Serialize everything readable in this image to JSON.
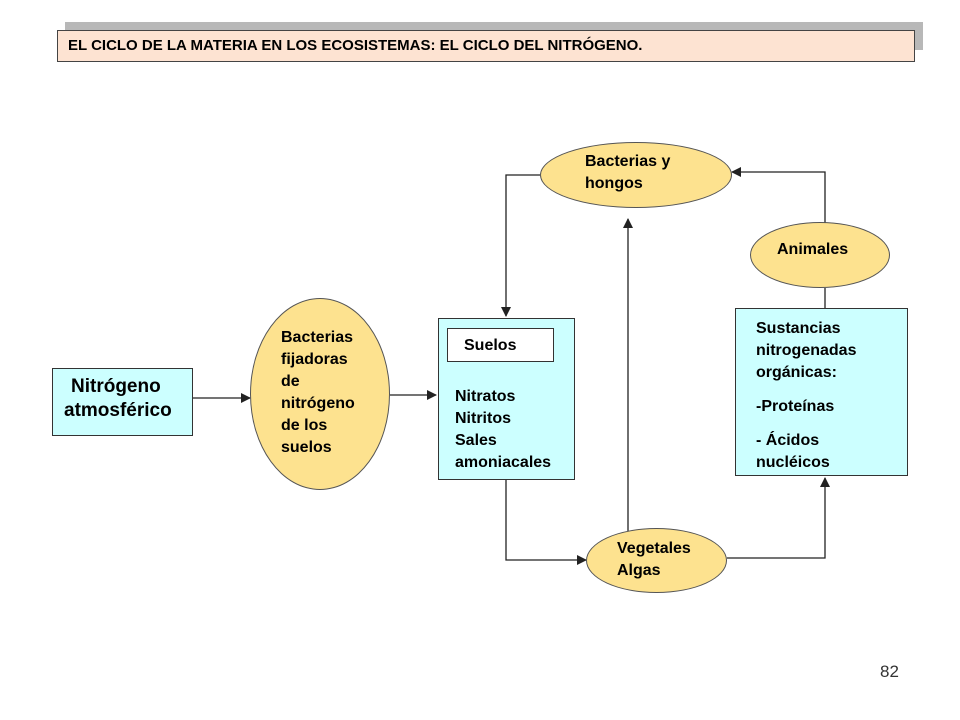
{
  "title": "EL CICLO DE LA MATERIA EN LOS ECOSISTEMAS: EL CICLO DEL NITRÓGENO.",
  "nodes": {
    "nitrogeno": {
      "line1": "Nitrógeno",
      "line2": "atmosférico"
    },
    "fijadoras": {
      "line1": "Bacterias",
      "line2": "fijadoras",
      "line3": "de",
      "line4": "nitrógeno",
      "line5": "de los",
      "line6": "suelos"
    },
    "suelos": {
      "label": "Suelos",
      "line1": "Nitratos",
      "line2": "Nitritos",
      "line3": "Sales",
      "line4": "amoniacales"
    },
    "bacterias_hongos": {
      "line1": "Bacterias y",
      "line2": "hongos"
    },
    "vegetales": {
      "line1": "Vegetales",
      "line2": "Algas"
    },
    "animales": {
      "label": "Animales"
    },
    "sustancias": {
      "line1": "Sustancias",
      "line2": "nitrogenadas",
      "line3": "orgánicas:",
      "line4": "-Proteínas",
      "line5": "- Ácidos",
      "line6": "nucléicos"
    }
  },
  "colors": {
    "box_fill": "#ccffff",
    "ellipse_fill": "#fde28f",
    "title_fill": "#fde3d2"
  },
  "page_number": "82"
}
